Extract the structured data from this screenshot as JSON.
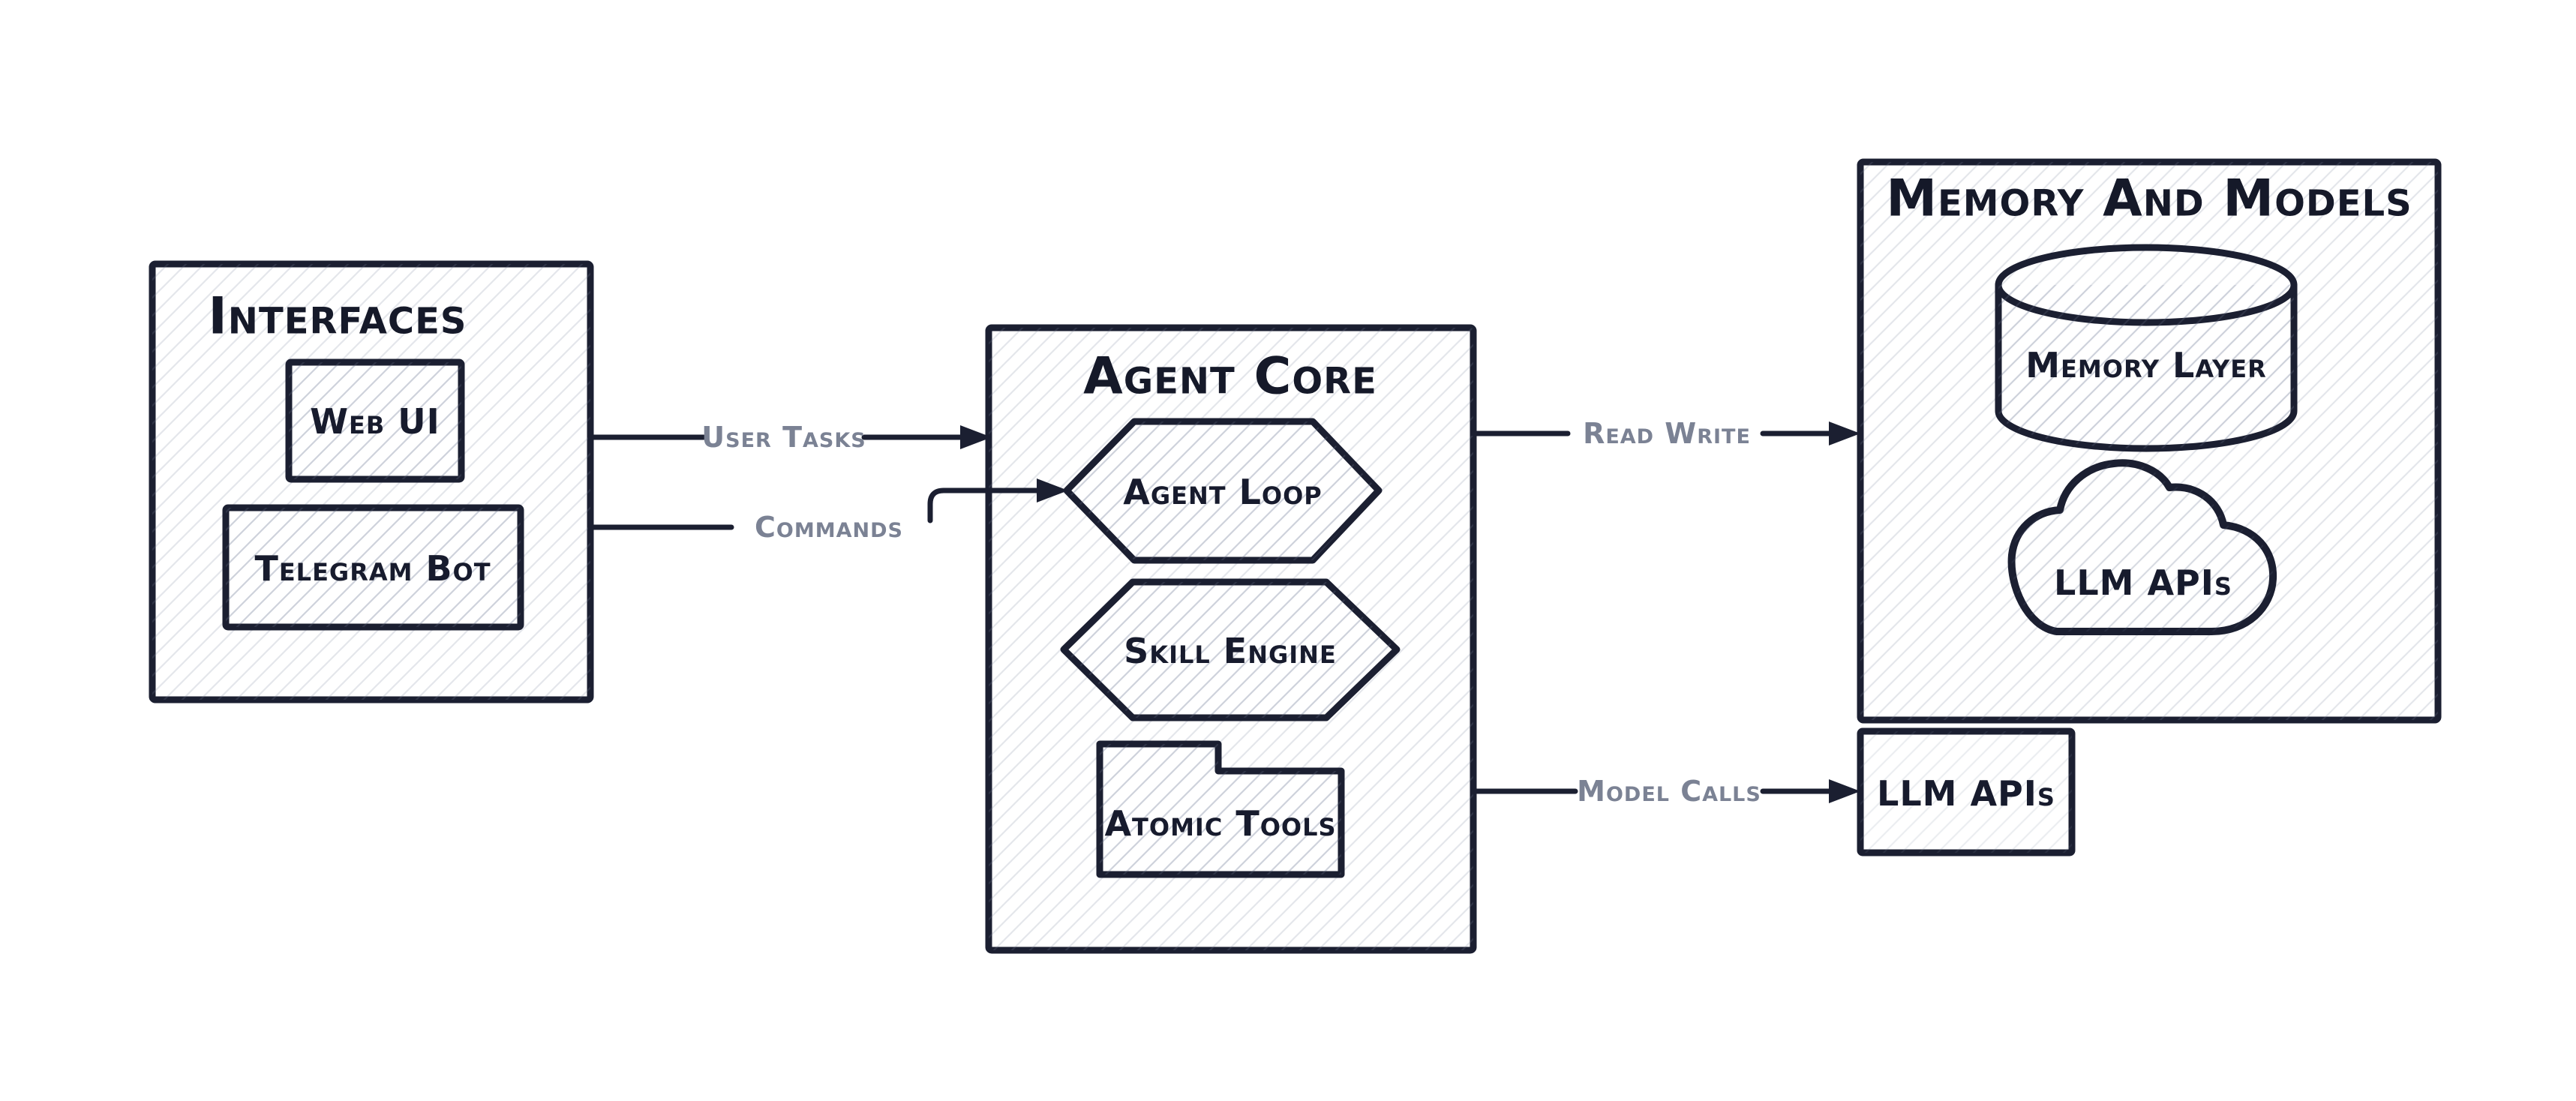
{
  "canvas": {
    "background": "#ffffff",
    "ink": "#1b1f31",
    "edge_label_color": "#7b8294",
    "hatch_color": "#76809b"
  },
  "groups": {
    "interfaces": {
      "title": "Interfaces",
      "fill": "#e8eaf3",
      "node_fill": "#dcdfeb"
    },
    "agent_core": {
      "title": "Agent Core",
      "fill": "#e1efe0",
      "node_fill": "#d9dcea"
    },
    "memory_models": {
      "title": "Memory And Models",
      "fill": "#faecd4",
      "cylinder_fill": "#ced4e4",
      "cloud_fill": "#ffffff"
    }
  },
  "nodes": {
    "web_ui": {
      "label": "Web UI",
      "shape": "rectangle"
    },
    "telegram_bot": {
      "label": "Telegram Bot",
      "shape": "rectangle"
    },
    "agent_loop": {
      "label": "Agent Loop",
      "shape": "hexagon"
    },
    "skill_engine": {
      "label": "Skill Engine",
      "shape": "hexagon"
    },
    "atomic_tools": {
      "label": "Atomic Tools",
      "shape": "folder"
    },
    "memory_layer": {
      "label": "Memory Layer",
      "shape": "cylinder"
    },
    "llm_apis_cloud": {
      "label": "LLM APIs",
      "shape": "cloud"
    },
    "llm_apis_box": {
      "label": "LLM APIs",
      "shape": "rectangle",
      "fill": "#edf0f8"
    }
  },
  "edges": {
    "user_tasks": {
      "label": "User Tasks",
      "from": "interfaces",
      "to": "agent_core"
    },
    "commands": {
      "label": "Commands",
      "from": "interfaces",
      "to": "agent_loop"
    },
    "read_write": {
      "label": "Read Write",
      "from": "agent_core",
      "to": "memory_models"
    },
    "model_calls": {
      "label": "Model Calls",
      "from": "agent_core",
      "to": "llm_apis_box"
    }
  }
}
